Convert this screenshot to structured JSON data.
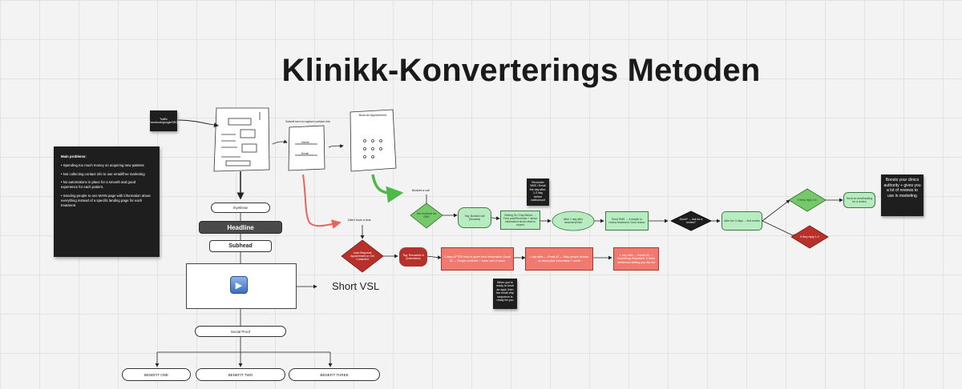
{
  "title": "Klinikk-Konverterings Metoden",
  "traffic_note": "Traffic (Facebook/google/SEO)",
  "problems": {
    "heading": "Main problems:",
    "items": [
      "• Spending too much money on acquiring new patients",
      "• Not collecting contact info to use email/free marketing",
      "• No automations in place for a smooth and good experience for each patient.",
      "• Sending people to one MAIN page with information about everything instead of a specific landing page for each treatment"
    ]
  },
  "wireframes": {
    "form_caption": "Submit form to capture contact info",
    "form_name": "___Name___",
    "form_email": "___Email___",
    "booking_caption": "Book An Appointment"
  },
  "landing_page": {
    "eyebrow": "Eyebrow",
    "headline": "Headline",
    "subhead": "Subhead",
    "short_vsl": "Short VSL",
    "social_proof": "Social Proof",
    "benefits": [
      "BENEFIT ONE",
      "BENEFIT TWO",
      "BENEFIT THREE"
    ]
  },
  "top_flow": {
    "branch_label": "Booked a call",
    "decision": "Are received via SMS",
    "tag": "Tag: Booked call (Showed)",
    "step1": "Setting 3h / Day Before → Free post/Reminder + about information about what to expect",
    "ellipse": "After 1 day after treatment/Visit",
    "step2": "Send SMS → A simple to review treatment / best review",
    "dark_diamond": "Good? → Ask for a review?",
    "step3": "After the 3 days ... first review",
    "note": "Reminder SMS / Email the day after, 1-2 day before call/consult",
    "yes": "If they reply 4-5",
    "yes_result": "Send an email asking for a review",
    "no": "If they reply 1-3",
    "boosts": "Boosts your clinics authority + gives you a lot of reviews to use in marketing"
  },
  "bottom_flow": {
    "branch_label": "Didn't book a time",
    "decision": "Lead Requests Appointment or Get Contacted",
    "tag": "Tag: Remarket & (Interested)",
    "step1": "2 days AFTER they've given their information: Email #1 — Simple reminder + some sort of value",
    "step2": "1 day after — Email #2 — Why people choose us about your information + credit",
    "step3": "1 day after — Email #3 — Something Repeated: X three sentences feeling you did not",
    "note": "When you're ready to book an appt, then the email drip sequence is ready for you"
  },
  "colors": {
    "green_fill": "#b8ebc0",
    "green_diamond": "#76c96a",
    "red_fill": "#f07a70",
    "dark_red": "#b8302a",
    "dark_note": "#1e1e1e"
  }
}
